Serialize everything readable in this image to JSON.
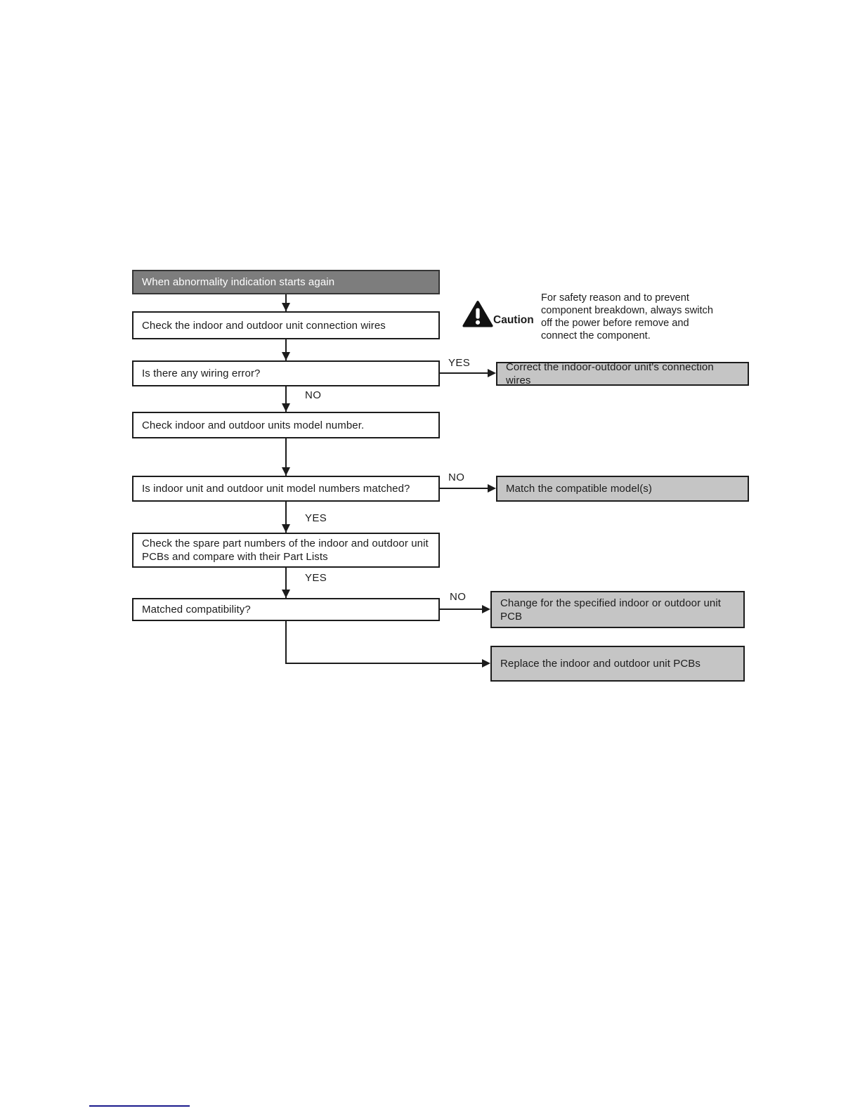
{
  "flowchart": {
    "nodes": {
      "start": "When abnormality indication starts again",
      "check_wires": "Check the indoor and outdoor unit connection wires",
      "wiring_error": "Is there any wiring error?",
      "check_models": "Check indoor and outdoor units model number.",
      "models_matched": "Is indoor unit and outdoor unit model numbers matched?",
      "check_spare_parts": "Check the spare part numbers of the indoor and outdoor unit PCBs and compare with their Part Lists",
      "matched_compat": "Matched compatibility?",
      "correct_wires": "Correct the indoor-outdoor unit's connection wires",
      "match_models": "Match the compatible model(s)",
      "change_pcb": "Change for the specified indoor or outdoor unit PCB",
      "replace_pcbs": "Replace the indoor and outdoor unit PCBs"
    },
    "edge_labels": {
      "yes": "YES",
      "no": "NO"
    }
  },
  "caution": {
    "label": "Caution",
    "lines": [
      "For safety reason and to prevent",
      "component breakdown, always switch",
      "off the power before remove and",
      "connect the component."
    ]
  },
  "colors": {
    "title_bar_gray": "#7d7d7d",
    "action_box_gray": "#c5c5c5",
    "line_black": "#1c1c1c",
    "bottom_rule_blue": "#1a1a8c"
  }
}
